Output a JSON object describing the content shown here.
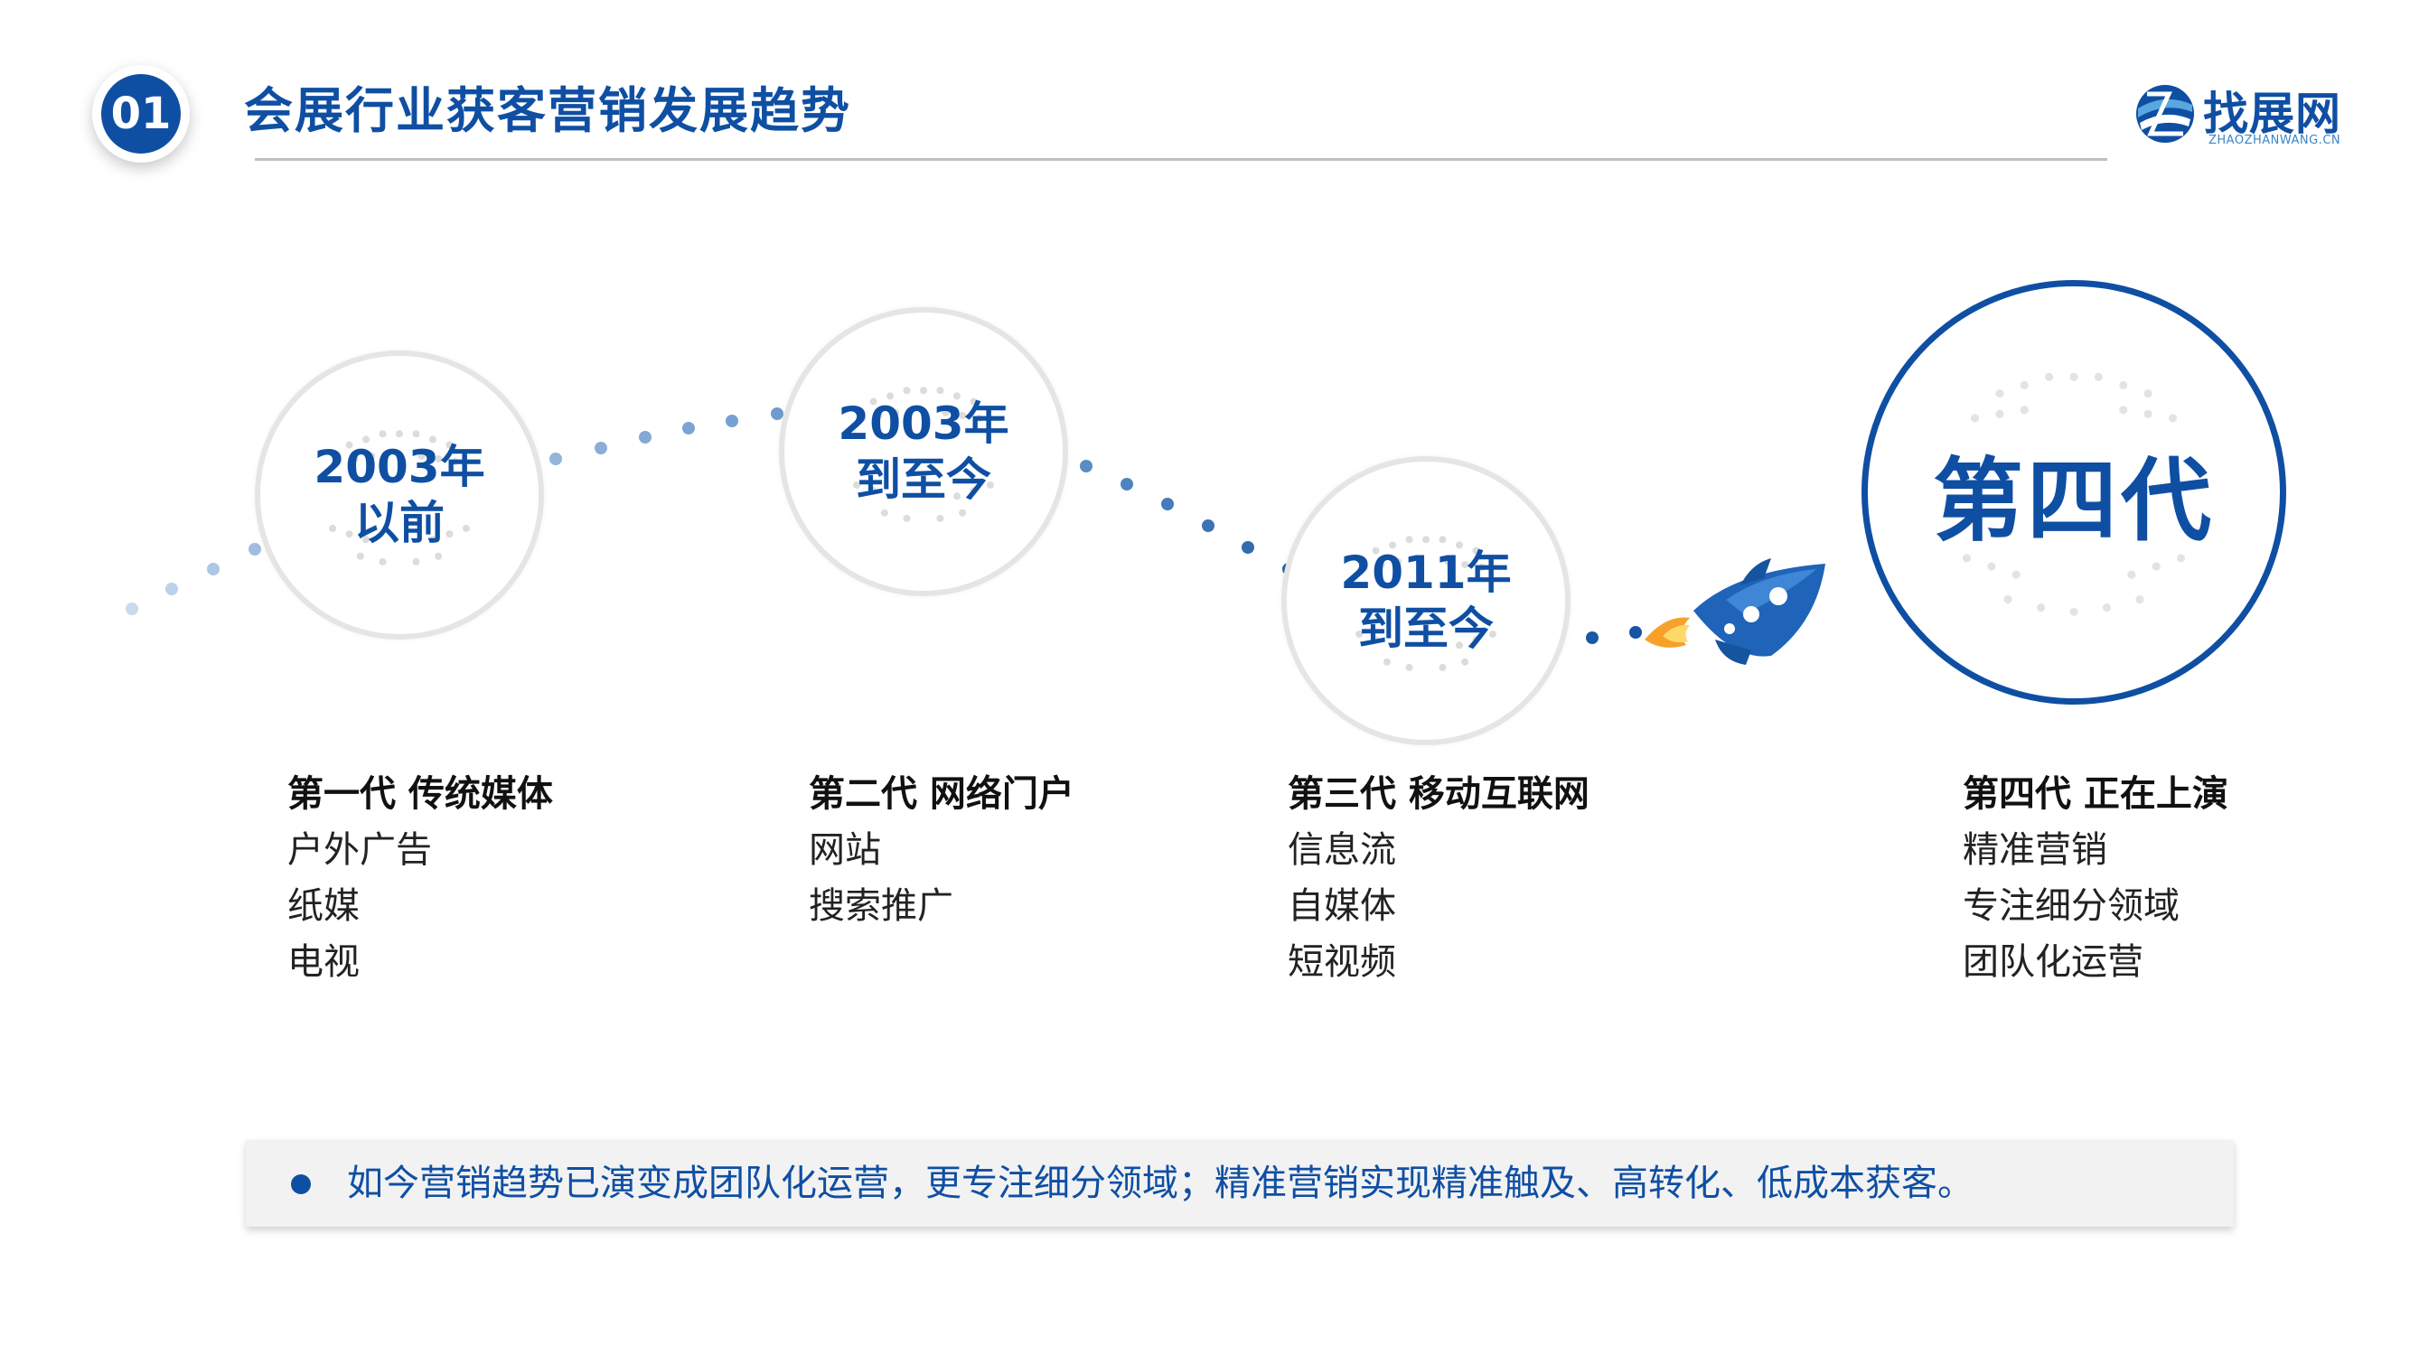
{
  "header": {
    "badge_number": "01",
    "title": "会展行业获客营销发展趋势",
    "logo_text": "找展网",
    "logo_subtext": "ZHAOZHANWANG.CN"
  },
  "timeline": {
    "stages": [
      {
        "line1": "2003年",
        "line2": "以前"
      },
      {
        "line1": "2003年",
        "line2": "到至今"
      },
      {
        "line1": "2011年",
        "line2": "到至今"
      }
    ],
    "highlight_label": "第四代"
  },
  "columns": [
    {
      "title": "第一代 传统媒体",
      "items": [
        "户外广告",
        "纸媒",
        "电视"
      ]
    },
    {
      "title": "第二代 网络门户",
      "items": [
        "网站",
        "搜索推广"
      ]
    },
    {
      "title": "第三代 移动互联网",
      "items": [
        "信息流",
        "自媒体",
        "短视频"
      ]
    },
    {
      "title": "第四代 正在上演",
      "items": [
        "精准营销",
        "专注细分领域",
        "团队化运营"
      ]
    }
  ],
  "note": {
    "text": "如今营销趋势已演变成团队化运营，更专注细分领域；精准营销实现精准触及、高转化、低成本获客。"
  },
  "colors": {
    "accent": "#0f4fa3",
    "circle_border": "#e5e5e5",
    "note_background": "#f2f2f2"
  },
  "icons": [
    "globe-icon",
    "rocket-icon",
    "bullet-dot-icon"
  ]
}
